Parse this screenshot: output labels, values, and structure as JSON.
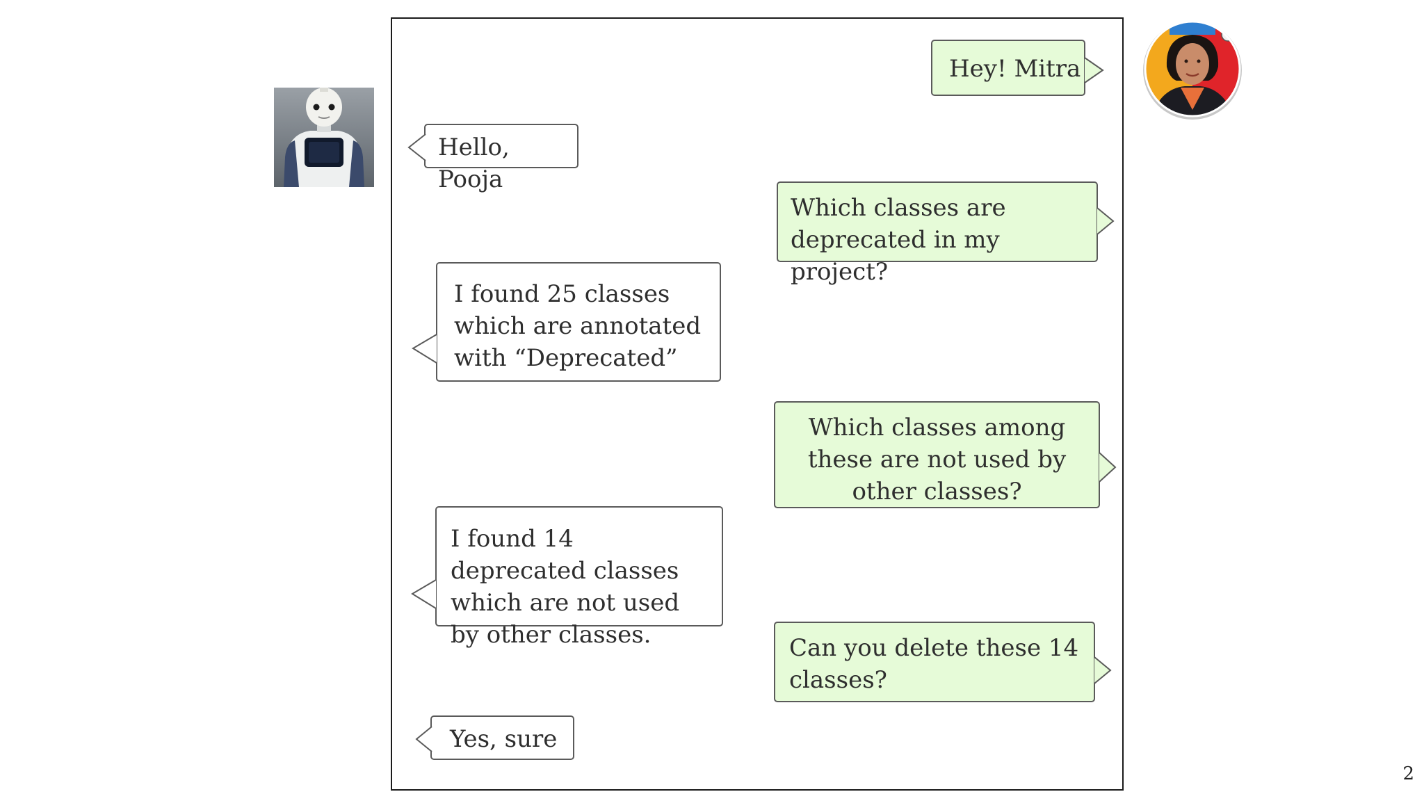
{
  "conversation": {
    "user_name": "Pooja",
    "assistant_name": "Mitra",
    "messages": [
      {
        "sender": "user",
        "text": "Hey! Mitra"
      },
      {
        "sender": "assistant",
        "text": "Hello, Pooja"
      },
      {
        "sender": "user",
        "text": "Which classes are deprecated in my project?"
      },
      {
        "sender": "assistant",
        "text": "I found 25 classes which are annotated with “Deprecated”"
      },
      {
        "sender": "user",
        "text": "Which classes among these are not used by other classes?"
      },
      {
        "sender": "assistant",
        "text": "I found 14 deprecated classes which are not used by other classes."
      },
      {
        "sender": "user",
        "text": "Can you delete these 14 classes?"
      },
      {
        "sender": "assistant",
        "text": "Yes, sure"
      }
    ]
  },
  "colors": {
    "user_bubble": "#e6fbd8",
    "assistant_bubble": "#ffffff",
    "bubble_border": "#5a5a5a",
    "frame_border": "#1a1a1a"
  },
  "icons": {
    "assistant_avatar": "robot-avatar-icon",
    "user_avatar": "user-photo-avatar"
  },
  "slide": {
    "page_number": "2"
  }
}
